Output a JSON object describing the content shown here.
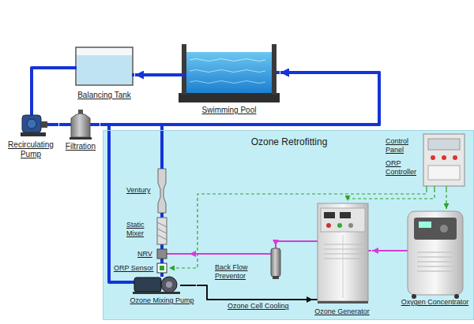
{
  "diagram": {
    "nodes": [
      {
        "text": [
          "Balancing Tank"
        ]
      },
      {
        "text": [
          "Swimming Pool"
        ]
      },
      {
        "text": [
          "Recirculating Pump"
        ]
      },
      {
        "text": [
          "Filtration"
        ]
      },
      {
        "text": [
          "Ozone Retrofitting"
        ]
      },
      {
        "text": [
          "Control Panel",
          "ORP Controller"
        ],
        "in": 4
      },
      {
        "text": [
          "Ventury"
        ],
        "in": 4
      },
      {
        "text": [
          "Static Mixer"
        ],
        "in": 4
      },
      {
        "text": [
          "NRV"
        ],
        "in": 4
      },
      {
        "text": [
          "ORP Sensor"
        ],
        "in": 4
      },
      {
        "text": [
          "Ozone Mixing Pump"
        ],
        "in": 4
      },
      {
        "text": [
          "Back Flow Preventor"
        ],
        "in": 4
      },
      {
        "text": [
          "Ozone Generator"
        ],
        "in": 4
      },
      {
        "text": [
          "Oxygen Concentrator"
        ],
        "in": 4
      }
    ],
    "edges": [
      {
        "from": 1,
        "to": 0,
        "arrow": "to"
      },
      {
        "from": 0,
        "to": 2,
        "arrow": "none"
      },
      {
        "from": 2,
        "to": 3,
        "arrow": "none"
      },
      {
        "from": 3,
        "to": 1,
        "arrow": "to"
      },
      {
        "from": 3,
        "to": 10,
        "arrow": "none"
      },
      {
        "from": 10,
        "to": 9,
        "arrow": "none"
      },
      {
        "from": 9,
        "to": 8,
        "arrow": "none"
      },
      {
        "from": 8,
        "to": 7,
        "arrow": "none"
      },
      {
        "from": 7,
        "to": 6,
        "arrow": "none"
      },
      {
        "from": 6,
        "to": 1,
        "arrow": "to"
      },
      {
        "from": 13,
        "to": 12,
        "arrow": "to"
      },
      {
        "from": 12,
        "to": 11,
        "arrow": "to"
      },
      {
        "from": 11,
        "to": 8,
        "arrow": "to"
      },
      {
        "from": 10,
        "to": 12,
        "label": "Ozone Cell Cooling",
        "arrow": "to"
      },
      {
        "from": 5,
        "to": 9,
        "arrow": "to"
      },
      {
        "from": 5,
        "to": 12,
        "arrow": "to"
      },
      {
        "from": 5,
        "to": 13,
        "arrow": "to"
      }
    ]
  }
}
